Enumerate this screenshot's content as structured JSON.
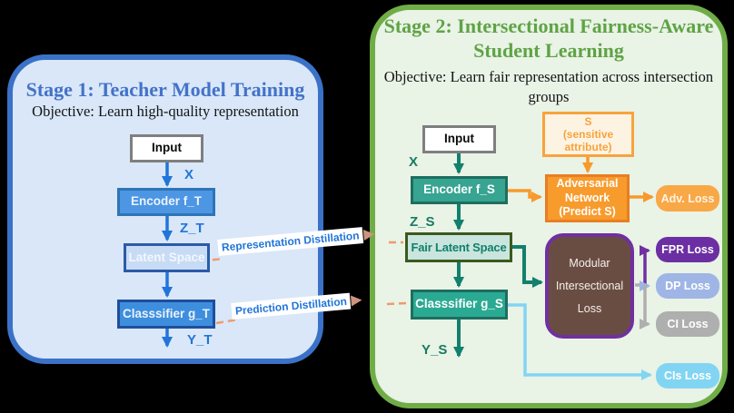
{
  "colors": {
    "background": "#000000",
    "stage1_fill": "#D9E7F8",
    "stage1_border": "#3B72C8",
    "stage1_title": "#4472C9",
    "blue_accent": "#2175D8",
    "stage2_fill": "#E9F3E6",
    "stage2_border": "#70AD47",
    "stage2_title": "#5FA345",
    "teal_accent": "#12806C",
    "orange_accent": "#F8992C",
    "purple_accent": "#7030A0",
    "periwinkle": "#9FB5E5",
    "gray": "#ACACAC",
    "skyblue": "#85D2F0",
    "brown": "#6A4D42",
    "distill_dash": "#F09A6E"
  },
  "stage1": {
    "title": "Stage 1: Teacher Model Training",
    "objective": "Objective: Learn high-quality representation",
    "nodes": {
      "input": "Input",
      "encoder": "Encoder f_T",
      "latent": "Latent Space",
      "classifier": "Classsifier g_T"
    },
    "edge_labels": {
      "x": "X",
      "z": "Z_T",
      "y": "Y_T"
    }
  },
  "stage2": {
    "title": [
      "Stage 2: Intersectional Fairness-Aware",
      "Student Learning"
    ],
    "objective": [
      "Objective: Learn fair representation across intersection",
      "groups"
    ],
    "nodes": {
      "input": "Input",
      "encoder": "Encoder f_S",
      "fair_latent": "Fair Latent Space",
      "classifier": "Classsifier g_S",
      "sensitive": [
        "S",
        "(sensitive",
        "attribute)"
      ],
      "adversarial": [
        "Adversarial",
        "Network",
        "(Predict S)"
      ],
      "modular": [
        "Modular",
        "Intersectional",
        "Loss"
      ]
    },
    "edge_labels": {
      "x": "X",
      "z": "Z_S",
      "y": "Y_S"
    },
    "losses": {
      "adv": "Adv. Loss",
      "fpr": "FPR Loss",
      "dp": "DP Loss",
      "ci": "CI Loss",
      "cis": "CIs Loss"
    }
  },
  "distillation": {
    "representation": "Representation Distillation",
    "prediction": "Prediction Distillation"
  }
}
